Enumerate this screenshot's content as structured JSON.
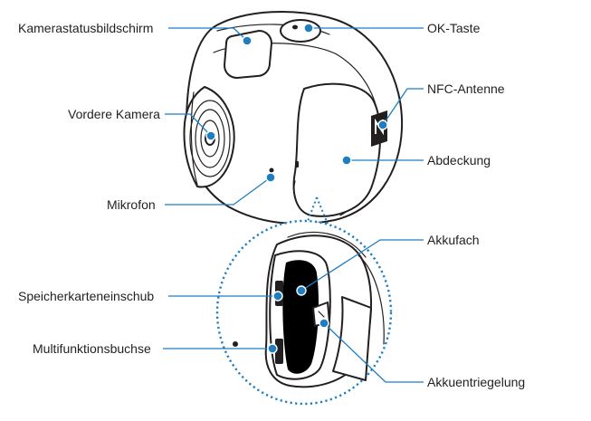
{
  "labels": {
    "kamerastatusbildschirm": "Kamerastatusbildschirm",
    "vordere_kamera": "Vordere Kamera",
    "mikrofon": "Mikrofon",
    "ok_taste": "OK-Taste",
    "nfc_antenne": "NFC-Antenne",
    "abdeckung": "Abdeckung",
    "akkufach": "Akkufach",
    "speicherkarteneinschub": "Speicherkarteneinschub",
    "multifunktionsbuchse": "Multifunktionsbuchse",
    "akkuentriegelung": "Akkuentriegelung"
  },
  "colors": {
    "leader_line": "#1d7ec2",
    "outline": "#231f20",
    "detail_fill": "#000000"
  }
}
